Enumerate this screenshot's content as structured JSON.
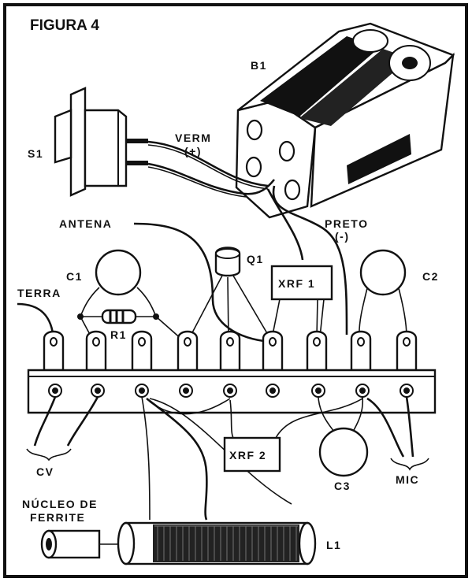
{
  "figure": {
    "title": "FIGURA 4",
    "colors": {
      "ink": "#111111",
      "paper": "#ffffff"
    }
  },
  "labels": {
    "battery": "B1",
    "switch": "S1",
    "verm": "VERM",
    "verm_sign": "(+)",
    "preto": "PRETO",
    "preto_sign": "(-)",
    "antena": "ANTENA",
    "transistor": "Q1",
    "choke1": "XRF 1",
    "choke2": "XRF 2",
    "c1": "C1",
    "c2": "C2",
    "c3": "C3",
    "terra": "TERRA",
    "r1": "R1",
    "cv": "CV",
    "mic": "MIC",
    "nucleo_1": "NÚCLEO DE",
    "nucleo_2": "FERRITE",
    "coil": "L1"
  }
}
